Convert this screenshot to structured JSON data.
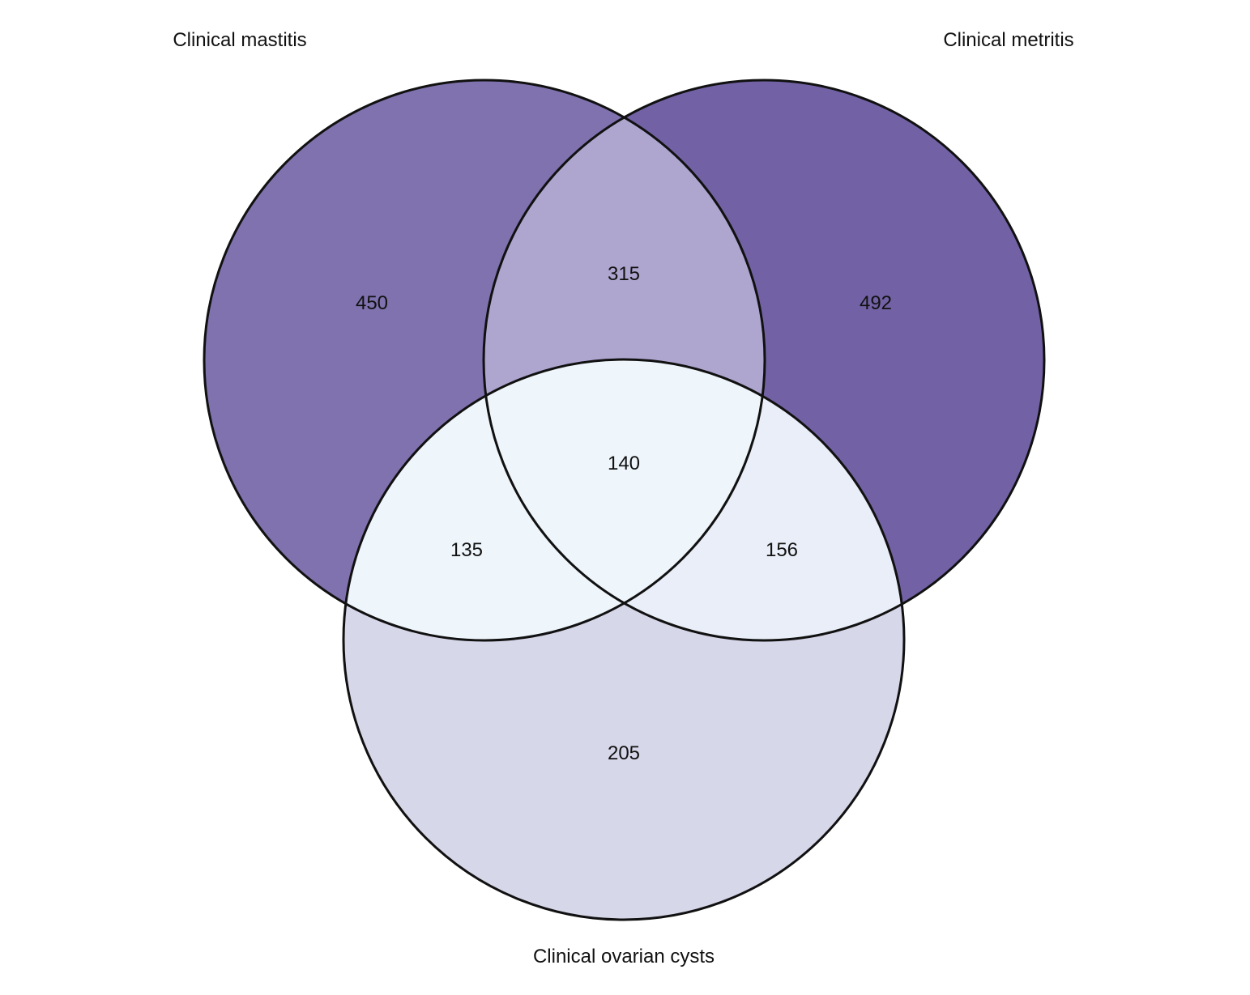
{
  "sets": [
    {
      "id": "mastitis",
      "label": "Clinical mastitis",
      "color": "#8072AE"
    },
    {
      "id": "metritis",
      "label": "Clinical metritis",
      "color": "#7262A5"
    },
    {
      "id": "ovarian",
      "label": "Clinical ovarian cysts",
      "color": "#D7D7EA"
    }
  ],
  "regions": {
    "mastitis_only": {
      "count": "450",
      "color": "#8072AE"
    },
    "metritis_only": {
      "count": "492",
      "color": "#7262A5"
    },
    "ovarian_only": {
      "count": "205",
      "color": "#D7D7EA"
    },
    "mastitis_metritis": {
      "count": "315",
      "color": "#AEA6CF"
    },
    "mastitis_ovarian": {
      "count": "135",
      "color": "#EEF5FB"
    },
    "metritis_ovarian": {
      "count": "156",
      "color": "#EAEEF8"
    },
    "all_three": {
      "count": "140",
      "color": "#EEF5FB"
    }
  }
}
